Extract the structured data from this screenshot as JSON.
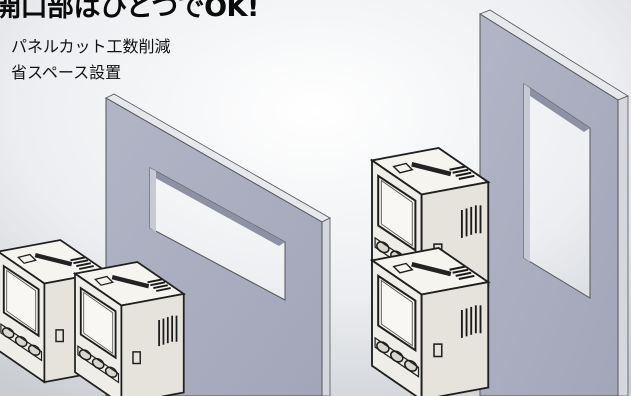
{
  "headline": "開口部はひとつでOK!",
  "bullets": [
    "パネルカット工数削減",
    "省スペース設置"
  ],
  "colors": {
    "background_gradient": [
      "#ffffff",
      "#c9ccd1"
    ],
    "panel_face": "#abafc1",
    "panel_edge": "#e7e8ee",
    "controller_body": "#f1efe9",
    "controller_outline": "#1f1f1f"
  }
}
